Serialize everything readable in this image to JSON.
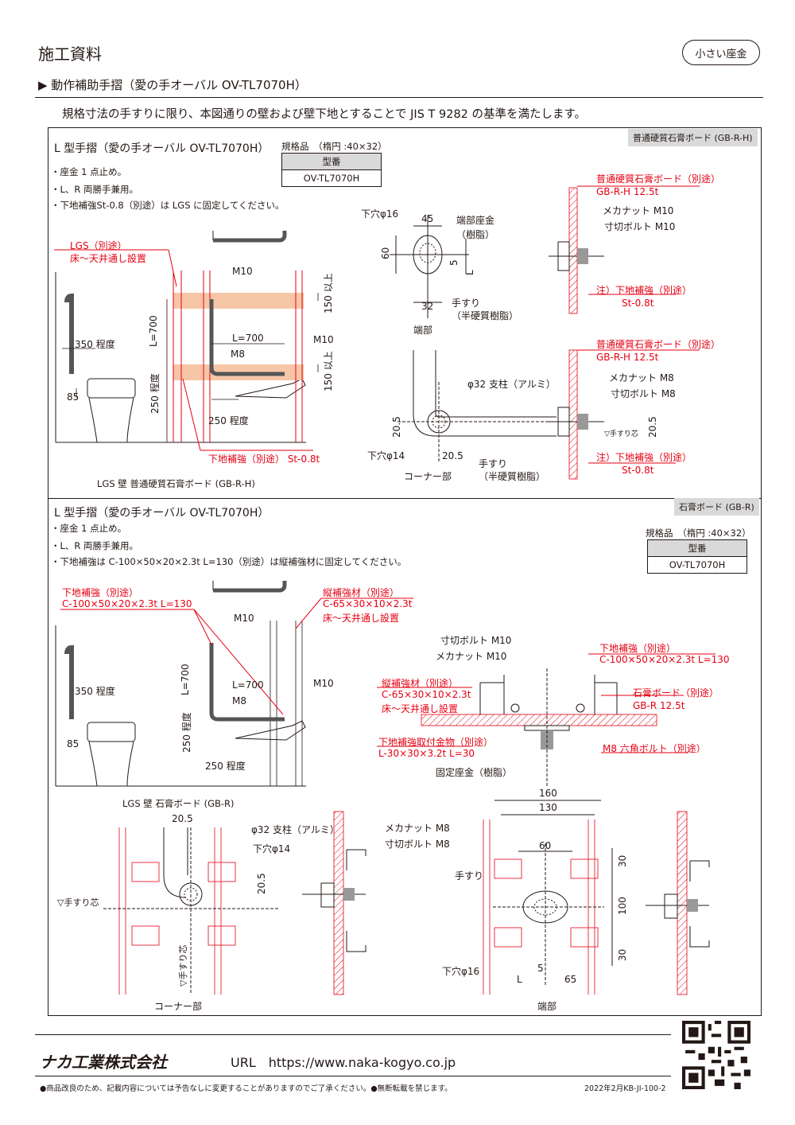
{
  "header": {
    "title": "施工資料",
    "badge": "小さい座金",
    "subtitle": "▶ 動作補助手摺（愛の手オーバル OV-TL7070H）",
    "intro": "規格寸法の手すりに限り、本図通りの壁および壁下地とすることで JIS T 9282 の基準を満たします。"
  },
  "section1": {
    "tag": "普通硬質石膏ボード (GB-R-H)",
    "title": "L 型手摺（愛の手オーバル OV-TL7070H）",
    "notes": [
      "・座金 1 点止め。",
      "・L、R 両勝手兼用。",
      "・下地補強St-0.8（別途）は LGS に固定してください。"
    ],
    "spec_label": "規格品　（楕円 :40×32）",
    "spec_header": "型番",
    "spec_value": "OV-TL7070H",
    "wall_caption": "LGS 壁  普通硬質石膏ボード (GB-R-H)",
    "labels": {
      "lgs": "LGS（別途）",
      "lgs2": "床～天井通し設置",
      "m10a": "M10",
      "m10b": "M10",
      "m8": "M8",
      "l700": "L=700",
      "lenv": "L=700",
      "about350": "350 程度",
      "h85": "85",
      "about250v": "250 程度",
      "about250h": "250 程度",
      "over150a": "150 以上",
      "over150b": "150 以上",
      "reinf": "下地補強（別途）  St-0.8t",
      "hole16": "下穴φ16",
      "d45": "45",
      "d60": "60",
      "d32": "32",
      "d5": "5",
      "dL": "L",
      "endseat": "端部座金",
      "endseat2": "（樹脂）",
      "rail": "手すり",
      "rail2": "（半硬質樹脂）",
      "endpart": "端部",
      "post32": "φ32 支柱（アルミ）",
      "d205a": "20.5",
      "d205b": "20.5",
      "d205c": "20.5",
      "hole14": "下穴φ14",
      "rail3": "手すり",
      "rail4": "（半硬質樹脂）",
      "corner": "コーナー部",
      "board1": "普通硬質石膏ボード（別途）",
      "board1b": "GB-R-H  12.5t",
      "nut10": "メカナット M10",
      "bolt10": "寸切ボルト M10",
      "reinf2": "注）下地補強（別途）",
      "reinf2b": "St-0.8t",
      "board2": "普通硬質石膏ボード（別途）",
      "board2b": "GB-R-H  12.5t",
      "nut8": "メカナット M8",
      "bolt8": "寸切ボルト M8",
      "center": "▽手すり芯",
      "reinf3": "注）下地補強（別途）",
      "reinf3b": "St-0.8t"
    }
  },
  "section2": {
    "tag": "石膏ボード (GB-R)",
    "title": "L 型手摺（愛の手オーバル OV-TL7070H）",
    "notes": [
      "・座金 1 点止め。",
      "・L、R 両勝手兼用。",
      "・下地補強は C-100×50×20×2.3t L=130（別途）は縦補強材に固定してください。"
    ],
    "spec_label": "規格品　（楕円 :40×32）",
    "spec_header": "型番",
    "spec_value": "OV-TL7070H",
    "wall_caption": "LGS 壁  石膏ボード (GB-R)",
    "labels": {
      "reinf": "下地補強（別途）",
      "reinf_b": "C-100×50×20×2.3t  L=130",
      "vert": "縦補強材（別途）",
      "vert_b": "C-65×30×10×2.3t",
      "vert_c": "床～天井通し設置",
      "m10a": "M10",
      "m10b": "M10",
      "m8": "M8",
      "l700": "L=700",
      "lenv": "L=700",
      "about350": "350 程度",
      "h85": "85",
      "about250v": "250 程度",
      "about250h": "250 程度",
      "bolt10": "寸切ボルト M10",
      "nut10": "メカナット M10",
      "reinf2": "下地補強（別途）",
      "reinf2b": "C-100×50×20×2.3t  L=130",
      "vert2": "縦補強材（別途）",
      "vert2b": "C-65×30×10×2.3t",
      "vert2c": "床～天井通し設置",
      "board": "石膏ボード（別途）",
      "boardb": "GB-R  12.5t",
      "mount": "下地補強取付金物（別途）",
      "mountb": "L-30×30×3.2t  L=30",
      "hexbolt": "M8 六角ボルト（別途）",
      "fixseat": "固定座金（樹脂）",
      "d205a": "20.5",
      "post32": "φ32 支柱（アルミ）",
      "hole14": "下穴φ14",
      "d205b": "20.5",
      "nut8": "メカナット M8",
      "bolt8": "寸切ボルト M8",
      "center_h": "▽手すり芯",
      "center_v": "▽手すり芯",
      "corner": "コーナー部",
      "d160": "160",
      "d130": "130",
      "d60": "60",
      "d30a": "30",
      "d100": "100",
      "d30b": "30",
      "rail": "手すり",
      "hole16": "下穴φ16",
      "d5": "5",
      "dL": "L",
      "d65": "65",
      "endpart": "端部"
    }
  },
  "footer": {
    "company": "ナカ工業株式会社",
    "url": "URL　https://www.naka-kogyo.co.jp",
    "disclaimer": "●商品改良のため、記載内容については予告なしに変更することがありますのでご了承ください。●無断転載を禁じます。",
    "docnum": "2022年2月KB-JI-100-2"
  },
  "colors": {
    "accent": "#e60012",
    "ink": "#231815",
    "band": "#f6c6a6",
    "tag": "#d9d9d9"
  }
}
